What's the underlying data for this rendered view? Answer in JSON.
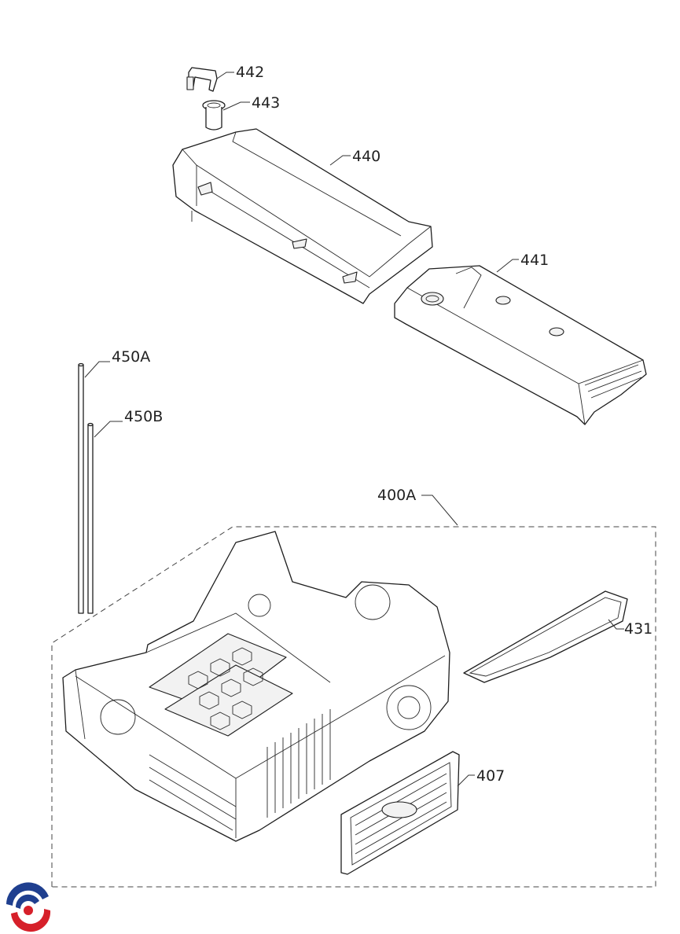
{
  "diagram": {
    "labels": {
      "l442": "442",
      "l443": "443",
      "l440": "440",
      "l441": "441",
      "l450A": "450A",
      "l450B": "450B",
      "l400A": "400A",
      "l431": "431",
      "l407": "407"
    },
    "logo": {
      "icon": "brand-swirl-icon",
      "colors": [
        "#1f3f8f",
        "#d6202a"
      ]
    }
  }
}
